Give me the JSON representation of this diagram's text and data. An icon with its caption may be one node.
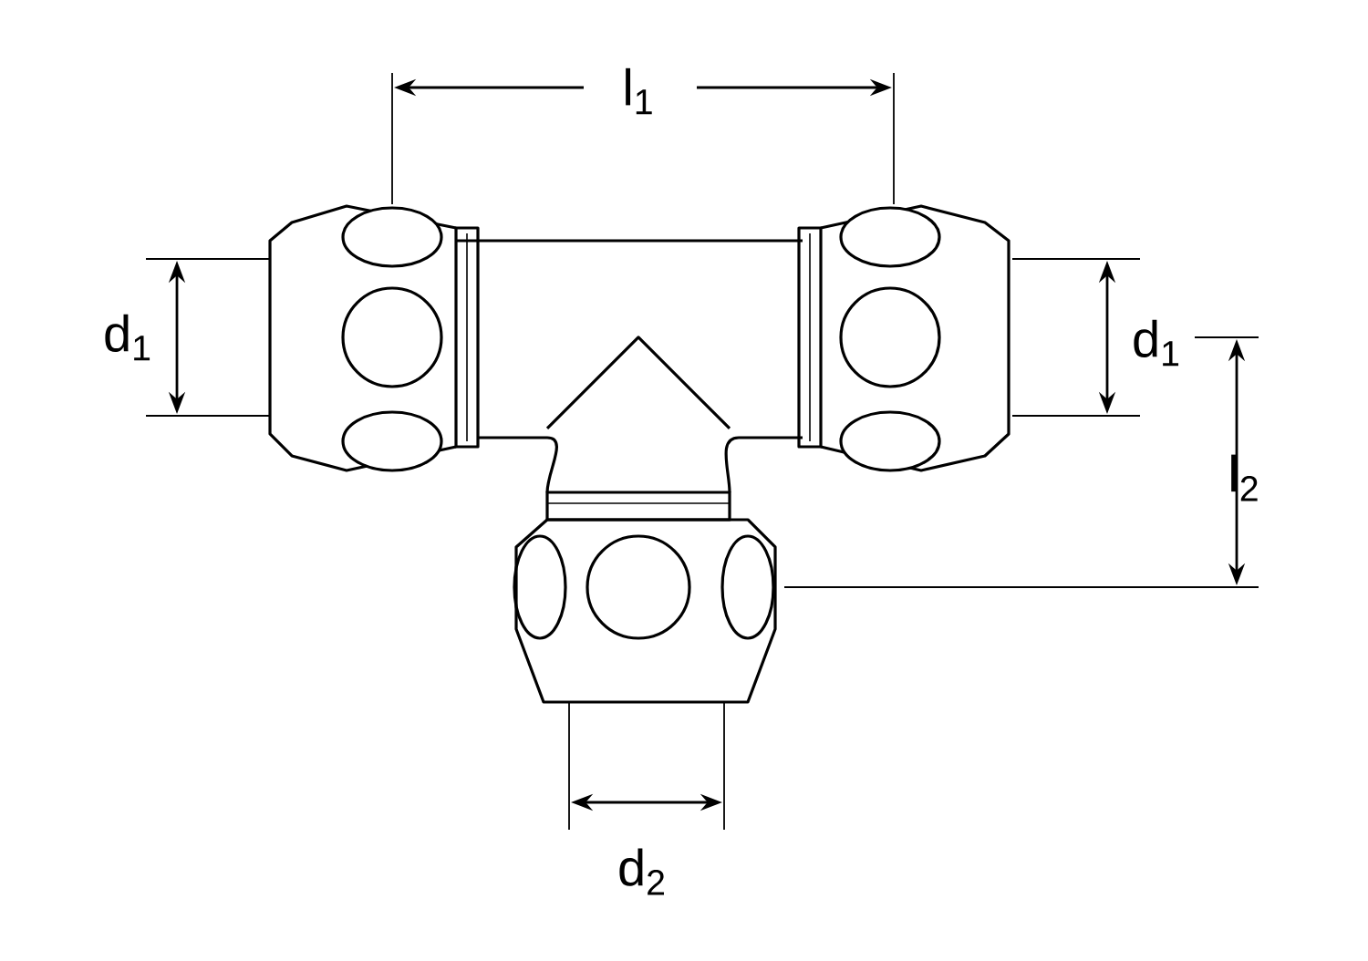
{
  "diagram": {
    "labels": [
      "l$_{1}$",
      "d$_{1}$",
      "d$_{1}$",
      "l$_{2}$",
      "d$_{2}$"
    ]
  }
}
